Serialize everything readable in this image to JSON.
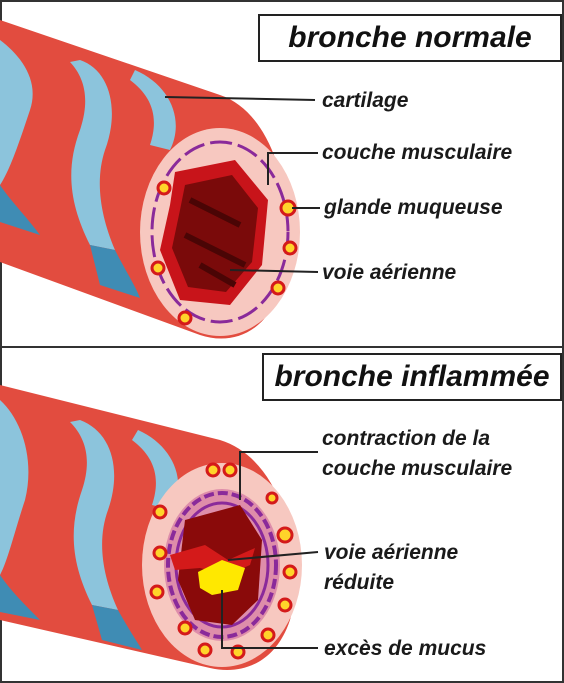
{
  "panels": [
    {
      "title": "bronche normale",
      "labels": {
        "cartilage": "cartilage",
        "muscle": "couche musculaire",
        "gland": "glande muqueuse",
        "airway": "voie aérienne"
      }
    },
    {
      "title": "bronche inflammée",
      "labels": {
        "contraction_line1": "contraction de la",
        "contraction_line2": "couche musculaire",
        "airway_line1": "voie aérienne",
        "airway_line2": "réduite",
        "mucus": "excès de mucus"
      }
    }
  ],
  "colors": {
    "tube_red": "#e24c3f",
    "cartilage_blue": "#8cc4dc",
    "cartilage_dark": "#3f8cb4",
    "mucosa_pink": "#f7c8c0",
    "lumen_dark": "#7a0a0a",
    "muscle_purple": "#8a2a9a",
    "gland_yellow": "#ffd42a",
    "mucus_yellow": "#ffe800"
  }
}
